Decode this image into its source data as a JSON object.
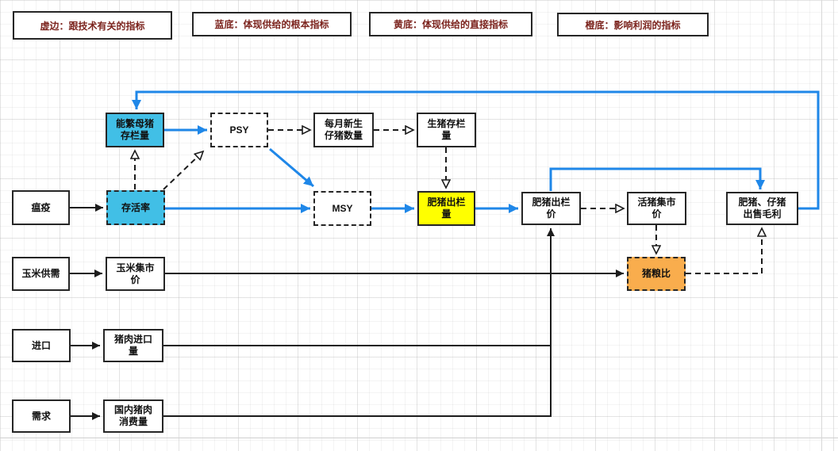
{
  "legend": {
    "items": [
      {
        "key": "dashed",
        "label": "虚边：跟技术有关的指标"
      },
      {
        "key": "blue",
        "label": "蓝底：体现供给的根本指标"
      },
      {
        "key": "yellow",
        "label": "黄底：体现供给的直接指标"
      },
      {
        "key": "orange",
        "label": "橙底：影响利润的指标"
      }
    ]
  },
  "nodes": {
    "sow_inventory": {
      "label": "能繁母猪存栏量",
      "style": "blue-fill solid-border"
    },
    "psy": {
      "label": "PSY",
      "style": "white dash-dot-border"
    },
    "monthly_newborn_piglets": {
      "label": "每月新生仔猪数量",
      "style": "white solid-border"
    },
    "live_hog_inventory": {
      "label": "生猪存栏量",
      "style": "white solid-border"
    },
    "plague": {
      "label": "瘟疫",
      "style": "white solid-border"
    },
    "survival_rate": {
      "label": "存活率",
      "style": "blue-fill dash-dot-border"
    },
    "msy": {
      "label": "MSY",
      "style": "white dash-dot-border"
    },
    "fat_hog_output_volume": {
      "label": "肥猪出栏量",
      "style": "yellow-fill solid-border"
    },
    "fat_hog_output_price": {
      "label": "肥猪出栏价",
      "style": "white solid-border"
    },
    "live_hog_market_price": {
      "label": "活猪集市价",
      "style": "white solid-border"
    },
    "hog_piglet_gross_profit": {
      "label": "肥猪、仔猪出售毛利",
      "style": "white solid-border"
    },
    "corn_supply_demand": {
      "label": "玉米供需",
      "style": "white solid-border"
    },
    "corn_market_price": {
      "label": "玉米集市价",
      "style": "white solid-border"
    },
    "hog_grain_ratio": {
      "label": "猪粮比",
      "style": "orange-fill dash-dot-border"
    },
    "imports": {
      "label": "进口",
      "style": "white solid-border"
    },
    "pork_import_volume": {
      "label": "猪肉进口量",
      "style": "white solid-border"
    },
    "demand": {
      "label": "需求",
      "style": "white solid-border"
    },
    "domestic_pork_consumption": {
      "label": "国内猪肉消费量",
      "style": "white solid-border"
    }
  },
  "colors": {
    "blue_fill": "#41bfe6",
    "yellow_fill": "#ffff00",
    "orange_fill": "#f9ad4d",
    "blue_connector": "#1f87e8",
    "black_connector": "#1c1c1c",
    "legend_text": "#7c241e",
    "node_border": "#262626"
  }
}
